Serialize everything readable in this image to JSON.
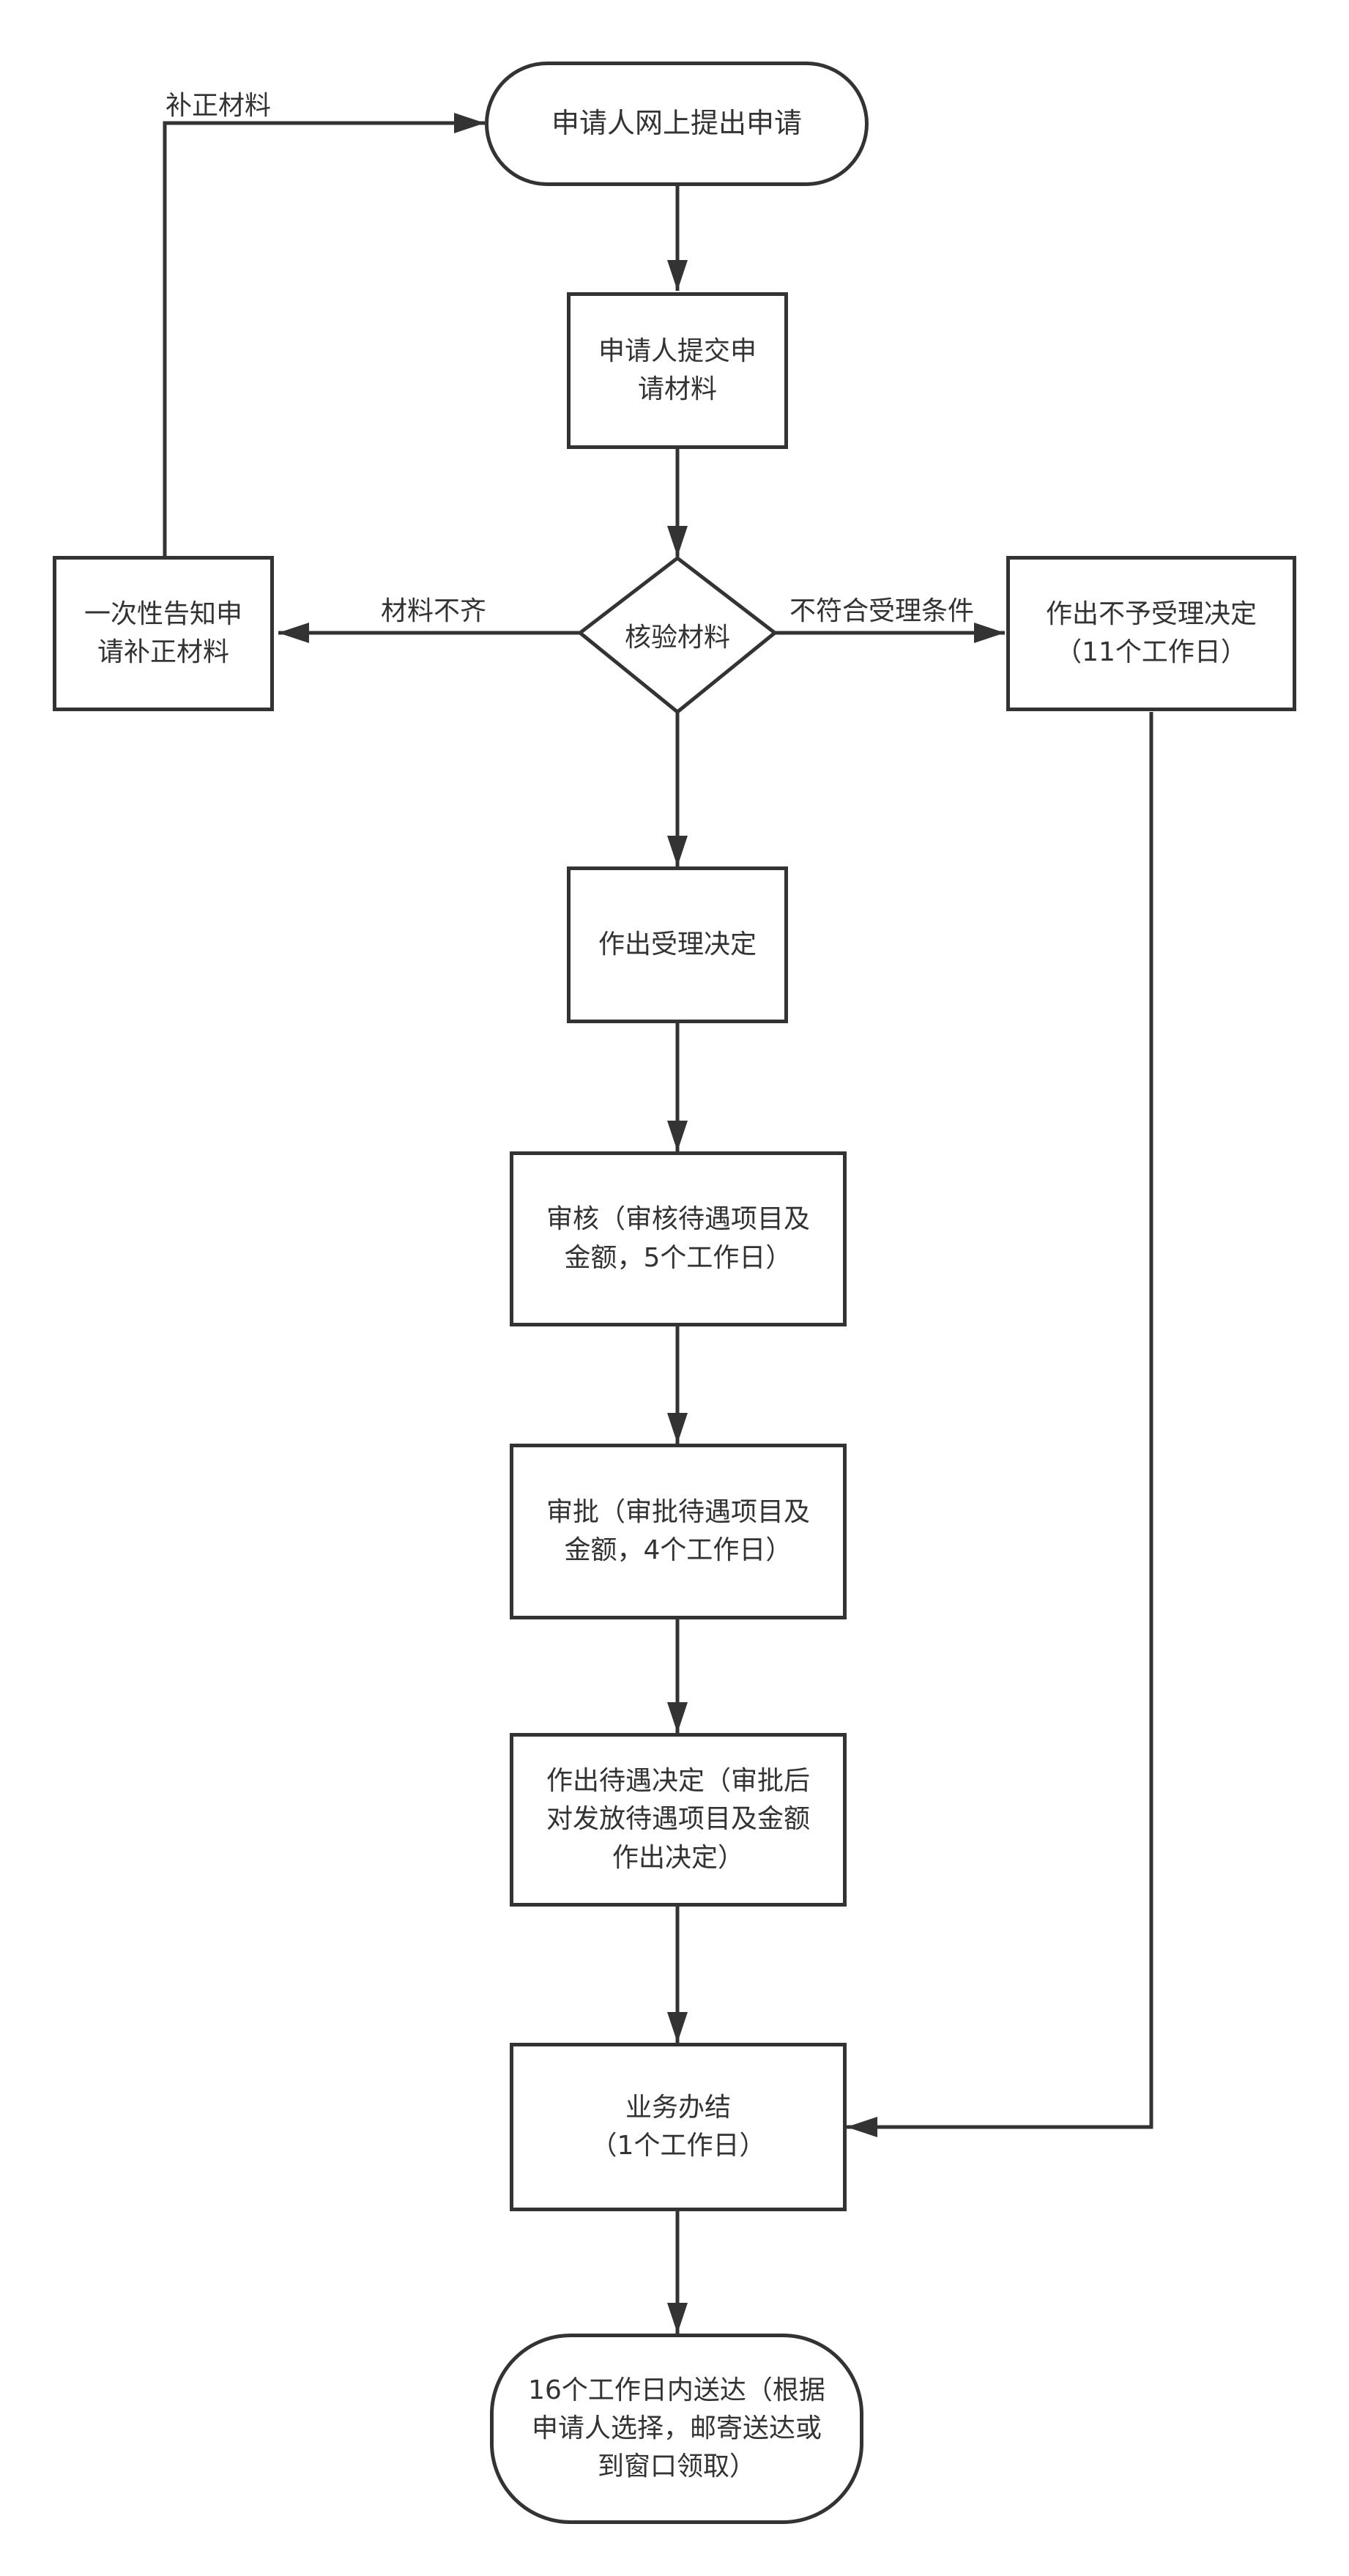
{
  "start": "申请人网上提出申请",
  "submit": [
    "申请人提交申",
    "请材料"
  ],
  "verify": "核验材料",
  "notify_supplement": [
    "一次性告知申",
    "请补正材料"
  ],
  "reject": [
    "作出不予受理决定",
    "（11个工作日）"
  ],
  "accept": "作出受理决定",
  "review": [
    "审核（审核待遇项目及",
    "金额，5个工作日）"
  ],
  "approve": [
    "审批（审批待遇项目及",
    "金额，4个工作日）"
  ],
  "decision": [
    "作出待遇决定（审批后",
    "对发放待遇项目及金额",
    "作出决定）"
  ],
  "complete": [
    "业务办结",
    "（1个工作日）"
  ],
  "delivery": [
    "16个工作日内送达（根据",
    "申请人选择，邮寄送达或",
    "到窗口领取）"
  ],
  "labels": {
    "supplement": "补正材料",
    "incomplete": "材料不齐",
    "not_eligible": "不符合受理条件"
  }
}
